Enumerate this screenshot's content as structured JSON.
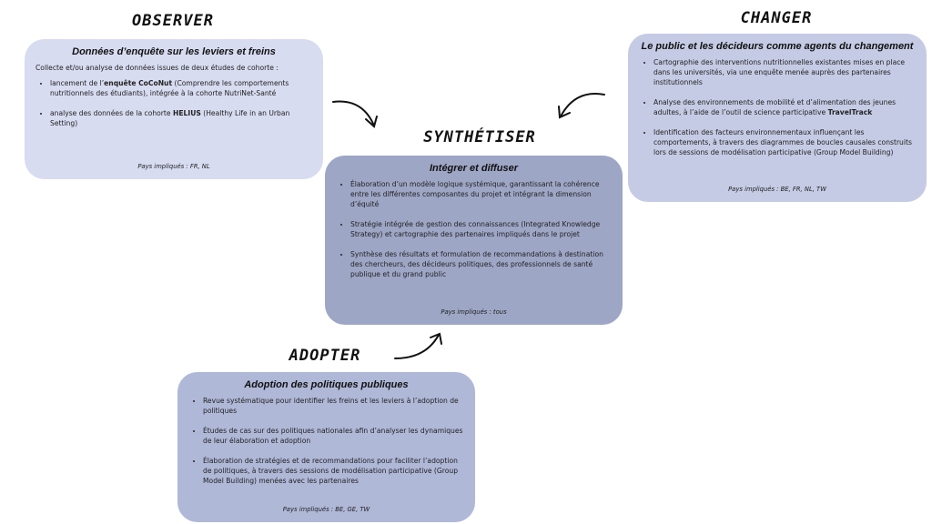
{
  "observer": {
    "stage": "OBSERVER",
    "title": "Données d’enquête sur les leviers et freins",
    "intro": "Collecte et/ou analyse de données issues de deux études de cohorte :",
    "bullets": [
      {
        "pre": "lancement de l’",
        "bold": "enquête CoCoNut",
        "post": " (Comprendre les comportements nutritionnels des étudiants), intégrée à la cohorte NutriNet-Santé"
      },
      {
        "pre": "analyse des données de la cohorte ",
        "bold": "HELIUS",
        "post": " (Healthy Life in an Urban Setting)"
      }
    ],
    "countries": "Pays impliqués : FR, NL"
  },
  "changer": {
    "stage": "CHANGER",
    "title": "Le public et les décideurs comme agents du changement",
    "bullets": [
      {
        "pre": "Cartographie des interventions nutritionnelles existantes mises en place dans les universités, via une enquête menée auprès des partenaires institutionnels",
        "bold": "",
        "post": ""
      },
      {
        "pre": "Analyse des environnements de mobilité et d’alimentation des jeunes adultes, à l’aide de l’outil de science participative ",
        "bold": "TravelTrack",
        "post": ""
      },
      {
        "pre": "Identification des facteurs environnementaux influençant les comportements, à travers des diagrammes de boucles causales construits lors de sessions de modélisation participative (Group Model Building)",
        "bold": "",
        "post": ""
      }
    ],
    "countries": "Pays impliqués : BE, FR, NL, TW"
  },
  "synthesize": {
    "stage": "SYNTHÉTISER",
    "title": "Intégrer et diffuser",
    "bullets": [
      "Élaboration d’un modèle logique systémique, garantissant la cohérence entre les différentes composantes du projet et intégrant la dimension d’équité",
      "Stratégie intégrée de gestion des connaissances (Integrated Knowledge Strategy) et cartographie des partenaires impliqués dans le projet",
      "Synthèse des résultats et formulation de recommandations à destination des chercheurs, des décideurs politiques, des professionnels de santé publique et du grand public"
    ],
    "countries": "Pays impliqués : tous"
  },
  "adopt": {
    "stage": "ADOPTER",
    "title": "Adoption des politiques publiques",
    "bullets": [
      "Revue systématique pour identifier les freins et les leviers à l’adoption de politiques",
      "Études de cas sur des politiques nationales afin d’analyser les dynamiques de leur élaboration et adoption",
      "Élaboration de stratégies et de recommandations pour faciliter l’adoption de politiques, à travers des sessions de modélisation participative (Group Model Building) menées avec les partenaires"
    ],
    "countries": "Pays impliqués : BE, GE, TW"
  }
}
